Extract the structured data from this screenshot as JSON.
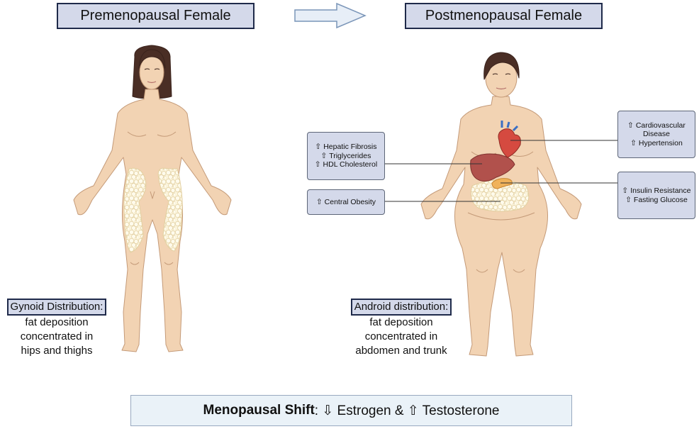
{
  "headers": {
    "left": "Premenopausal Female",
    "right": "Postmenopausal Female"
  },
  "callouts": {
    "hepatic": [
      "⇧ Hepatic Fibrosis",
      "⇧ Triglycerides",
      "⇧ HDL Cholesterol"
    ],
    "obesity": [
      "⇧ Central Obesity"
    ],
    "cardio": [
      "⇧ Cardiovascular",
      "Disease",
      "⇧ Hypertension"
    ],
    "insulin": [
      "⇧ Insulin Resistance",
      "⇧ Fasting Glucose"
    ]
  },
  "gynoid": {
    "label": "Gynoid Distribution:",
    "lines": [
      "fat deposition",
      "concentrated in",
      "hips and thighs"
    ]
  },
  "android": {
    "label": "Android distribution:",
    "lines": [
      "fat deposition",
      "concentrated in",
      "abdomen and trunk"
    ]
  },
  "shift": {
    "bold": "Menopausal Shift",
    "rest": ": ⇩ Estrogen & ⇧ Testosterone"
  },
  "colors": {
    "skin": "#f2d3b3",
    "skin_outline": "#c49a78",
    "hair": "#4a2e25",
    "fat": "#fbf4dc",
    "box_fill": "#d4d9ea",
    "box_border": "#1f2a4a"
  }
}
